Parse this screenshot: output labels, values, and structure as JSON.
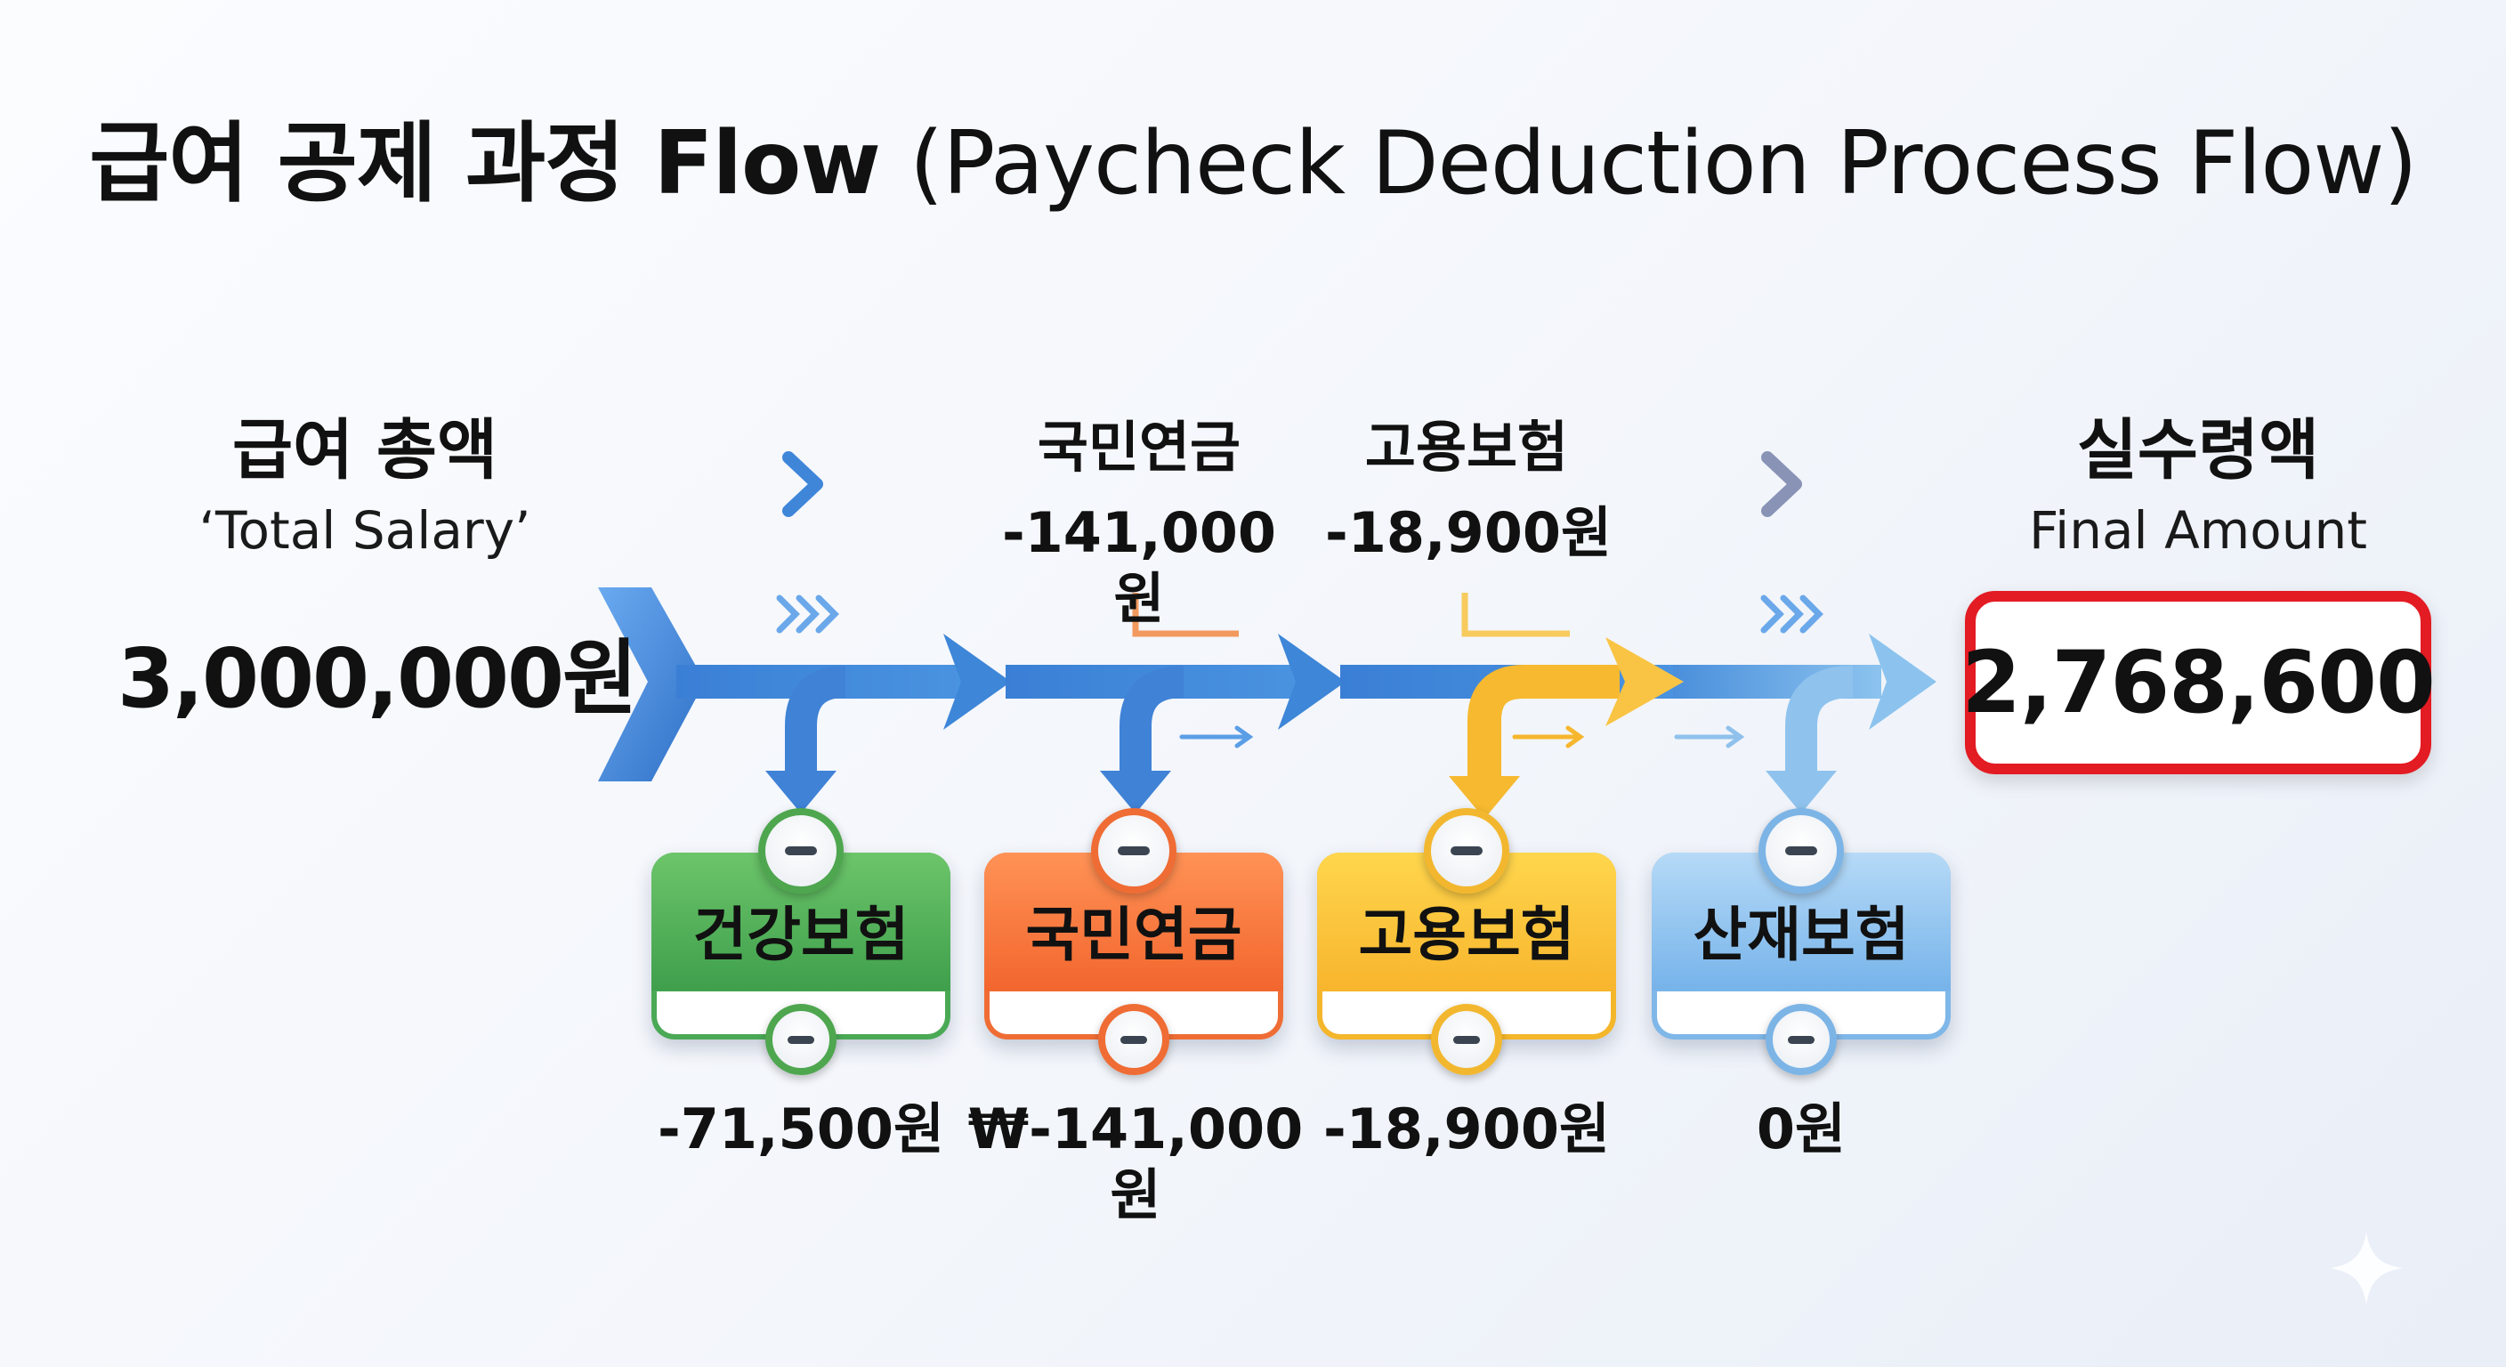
{
  "title": {
    "ko": "급여 공제 과정 Flow",
    "en": "(Paycheck Deduction Process Flow)"
  },
  "start": {
    "label_ko": "급여 총액",
    "label_en": "‘Total Salary’",
    "amount": "3,000,000원"
  },
  "top_deductions": [
    {
      "name": "국민연금",
      "value": "-141,000원"
    },
    {
      "name": "고용보험",
      "value": "-18,900원"
    }
  ],
  "cards": [
    {
      "name": "건강보험",
      "value": "-71,500원",
      "color": "#4aa955"
    },
    {
      "name": "국민연금",
      "value": "₩-141,000원",
      "color": "#ef6d35"
    },
    {
      "name": "고용보험",
      "value": "-18,900원",
      "color": "#f4b62b"
    },
    {
      "name": "산재보험",
      "value": "0원",
      "color": "#7fb7e8"
    }
  ],
  "end": {
    "label_ko": "실수령액",
    "label_en": "Final Amount",
    "amount": "2,768,600"
  },
  "colors": {
    "main_blue": "#3d86d8",
    "green": "#4aa955",
    "orange": "#ef6d35",
    "yellow": "#f4b62b",
    "light_blue": "#7fb7e8",
    "highlight_red": "#e31b23"
  },
  "icons": [
    "chevron-right-icon",
    "triple-chevron-icon",
    "minus-circle-icon",
    "sparkle-icon"
  ]
}
